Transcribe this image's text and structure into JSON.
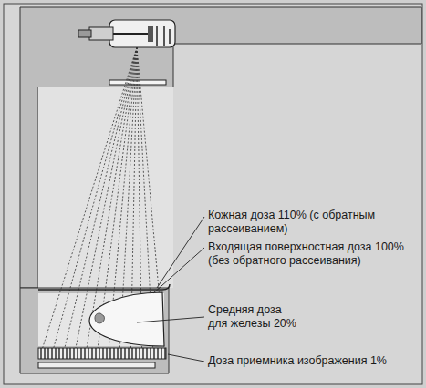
{
  "diagram": {
    "labels": [
      "Кожная доза 110% (с обратным рассеиванием)",
      "Входящая поверхностная доза 100% (без обратного рассеивания)",
      "Средняя доза для железы 20%",
      "Доза приемника изображения 1%"
    ]
  }
}
